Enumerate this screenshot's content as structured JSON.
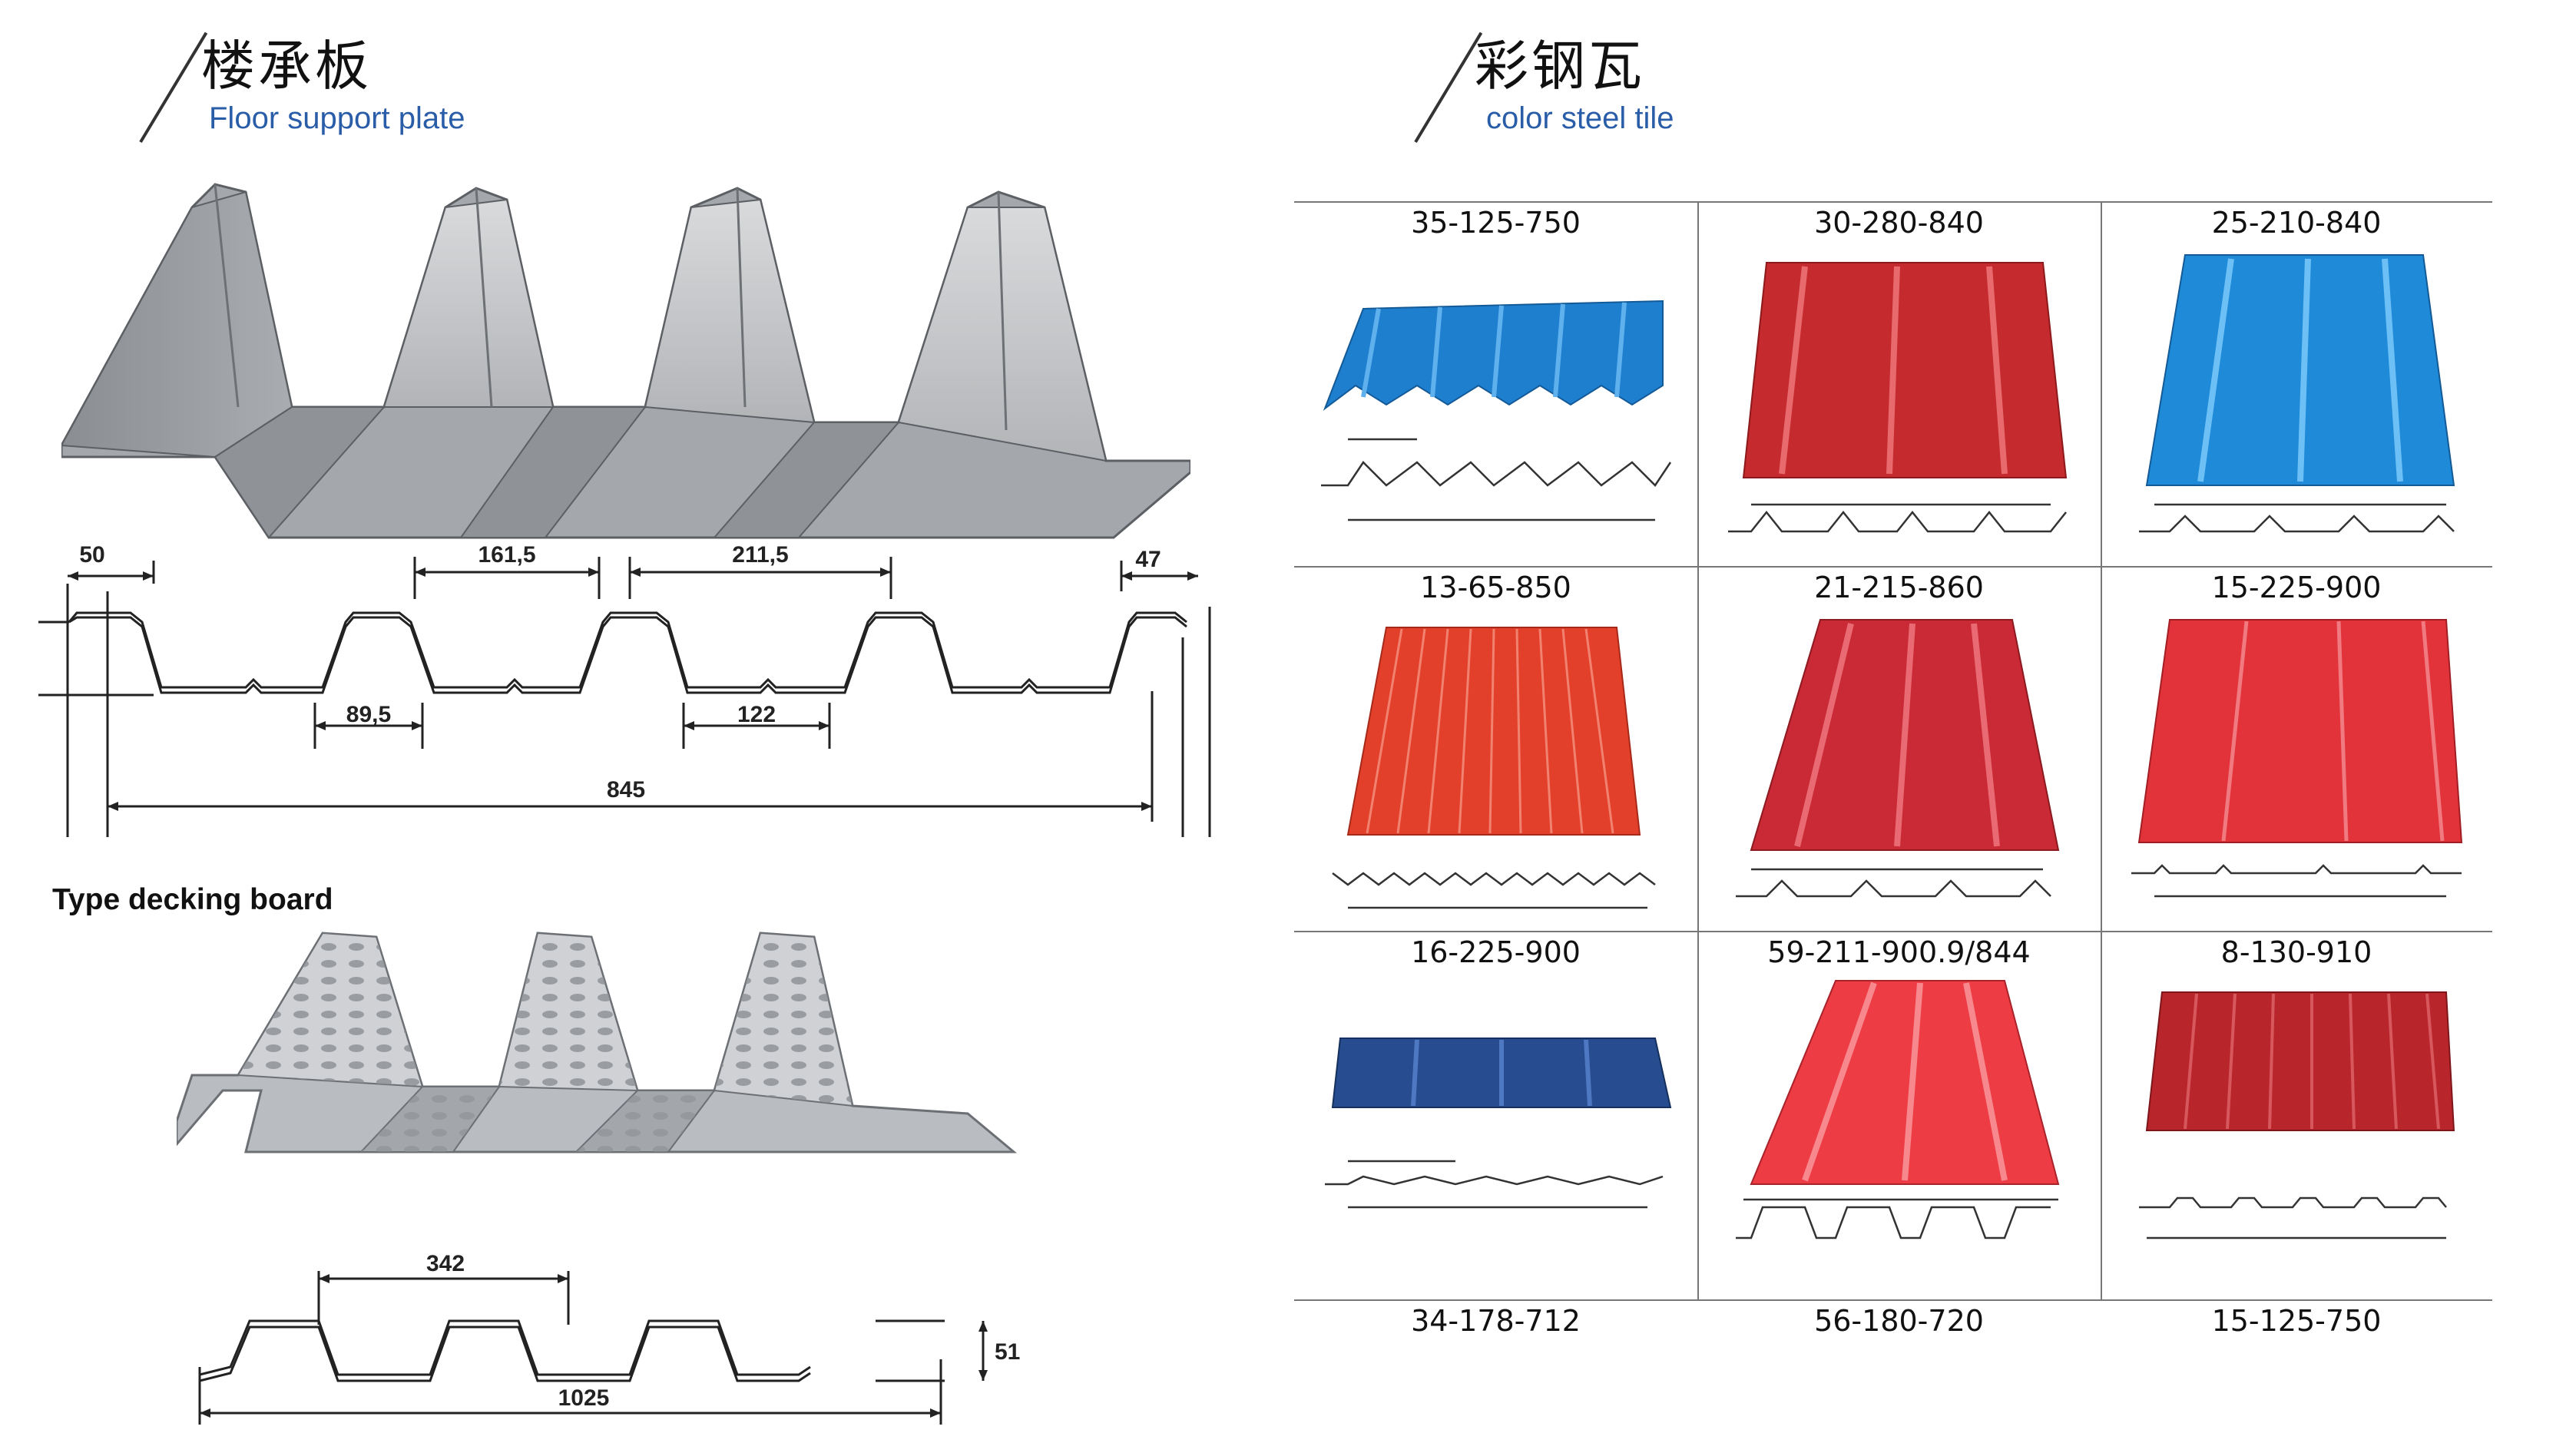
{
  "left_section": {
    "title_zh": "楼承板",
    "title_en": "Floor support plate",
    "profile_dimensions": {
      "rib_top": "50",
      "pitch_1": "161,5",
      "pitch_2": "211,5",
      "end_flange": "47",
      "bottom_1": "89,5",
      "bottom_2": "122",
      "total": "845"
    },
    "decking_caption": "Type decking board",
    "decking_dimensions": {
      "pitch": "342",
      "total": "1025",
      "height": "51"
    }
  },
  "right_section": {
    "title_zh": "彩钢瓦",
    "title_en": "color steel tile",
    "tiles": [
      {
        "label": "35-125-750",
        "color": "#1f7fcf",
        "style": "trapezoid-narrow"
      },
      {
        "label": "30-280-840",
        "color": "#c42a2e",
        "style": "wide-rib"
      },
      {
        "label": "25-210-840",
        "color": "#1e8ad8",
        "style": "wide-rib"
      },
      {
        "label": "13-65-850",
        "color": "#e2402b",
        "style": "corrugated"
      },
      {
        "label": "21-215-860",
        "color": "#c92a35",
        "style": "wide-rib"
      },
      {
        "label": "15-225-900",
        "color": "#e2333b",
        "style": "flat-rib"
      },
      {
        "label": "16-225-900",
        "color": "#274d90",
        "style": "low-flat"
      },
      {
        "label": "59-211-900.9/844",
        "color": "#ee3c45",
        "style": "wide-rib"
      },
      {
        "label": "8-130-910",
        "color": "#b8262c",
        "style": "flat-rib"
      },
      {
        "label": "34-178-712",
        "color": "",
        "style": "none"
      },
      {
        "label": "56-180-720",
        "color": "",
        "style": "none"
      },
      {
        "label": "15-125-750",
        "color": "",
        "style": "none"
      }
    ]
  }
}
